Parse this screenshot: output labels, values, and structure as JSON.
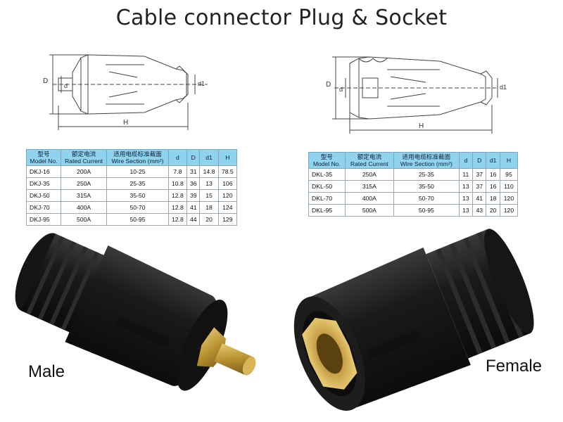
{
  "title": "Cable connector Plug & Socket",
  "drawing_labels": {
    "D": "D",
    "d": "d",
    "d1": "d1",
    "H": "H"
  },
  "plug_table": {
    "headers": [
      {
        "cn": "型号",
        "en": "Model No."
      },
      {
        "cn": "额定电流",
        "en": "Rated Current"
      },
      {
        "cn": "适用电缆标准截面",
        "en": "Wire Section (mm²)"
      },
      {
        "cn": "",
        "en": "d"
      },
      {
        "cn": "",
        "en": "D"
      },
      {
        "cn": "",
        "en": "d1"
      },
      {
        "cn": "",
        "en": "H"
      }
    ],
    "rows": [
      [
        "DKJ-16",
        "200A",
        "10-25",
        "7.8",
        "31",
        "14.8",
        "78.5"
      ],
      [
        "DKJ-35",
        "250A",
        "25-35",
        "10.8",
        "36",
        "13",
        "106"
      ],
      [
        "DKJ-50",
        "315A",
        "35-50",
        "12.8",
        "39",
        "15",
        "120"
      ],
      [
        "DKJ-70",
        "400A",
        "50-70",
        "12.8",
        "41",
        "18",
        "124"
      ],
      [
        "DKJ-95",
        "500A",
        "50-95",
        "12.8",
        "44",
        "20",
        "129"
      ]
    ]
  },
  "socket_table": {
    "headers": [
      {
        "cn": "型号",
        "en": "Model No."
      },
      {
        "cn": "额定电流",
        "en": "Rated Current"
      },
      {
        "cn": "适用电缆标准截面",
        "en": "Wire Section (mm²)"
      },
      {
        "cn": "",
        "en": "d"
      },
      {
        "cn": "",
        "en": "D"
      },
      {
        "cn": "",
        "en": "d1"
      },
      {
        "cn": "",
        "en": "H"
      }
    ],
    "rows": [
      [
        "DKL-35",
        "250A",
        "25-35",
        "11",
        "37",
        "16",
        "95"
      ],
      [
        "DKL-50",
        "315A",
        "35-50",
        "13",
        "37",
        "16",
        "110"
      ],
      [
        "DKL-70",
        "400A",
        "50-70",
        "13",
        "41",
        "18",
        "120"
      ],
      [
        "DKL-95",
        "500A",
        "50-95",
        "13",
        "43",
        "20",
        "120"
      ]
    ]
  },
  "male_label": "Male",
  "female_label": "Female",
  "colors": {
    "header_bg": "#8fd3ef",
    "rubber": "#1c1c1c",
    "brass": "#c9a24a"
  }
}
